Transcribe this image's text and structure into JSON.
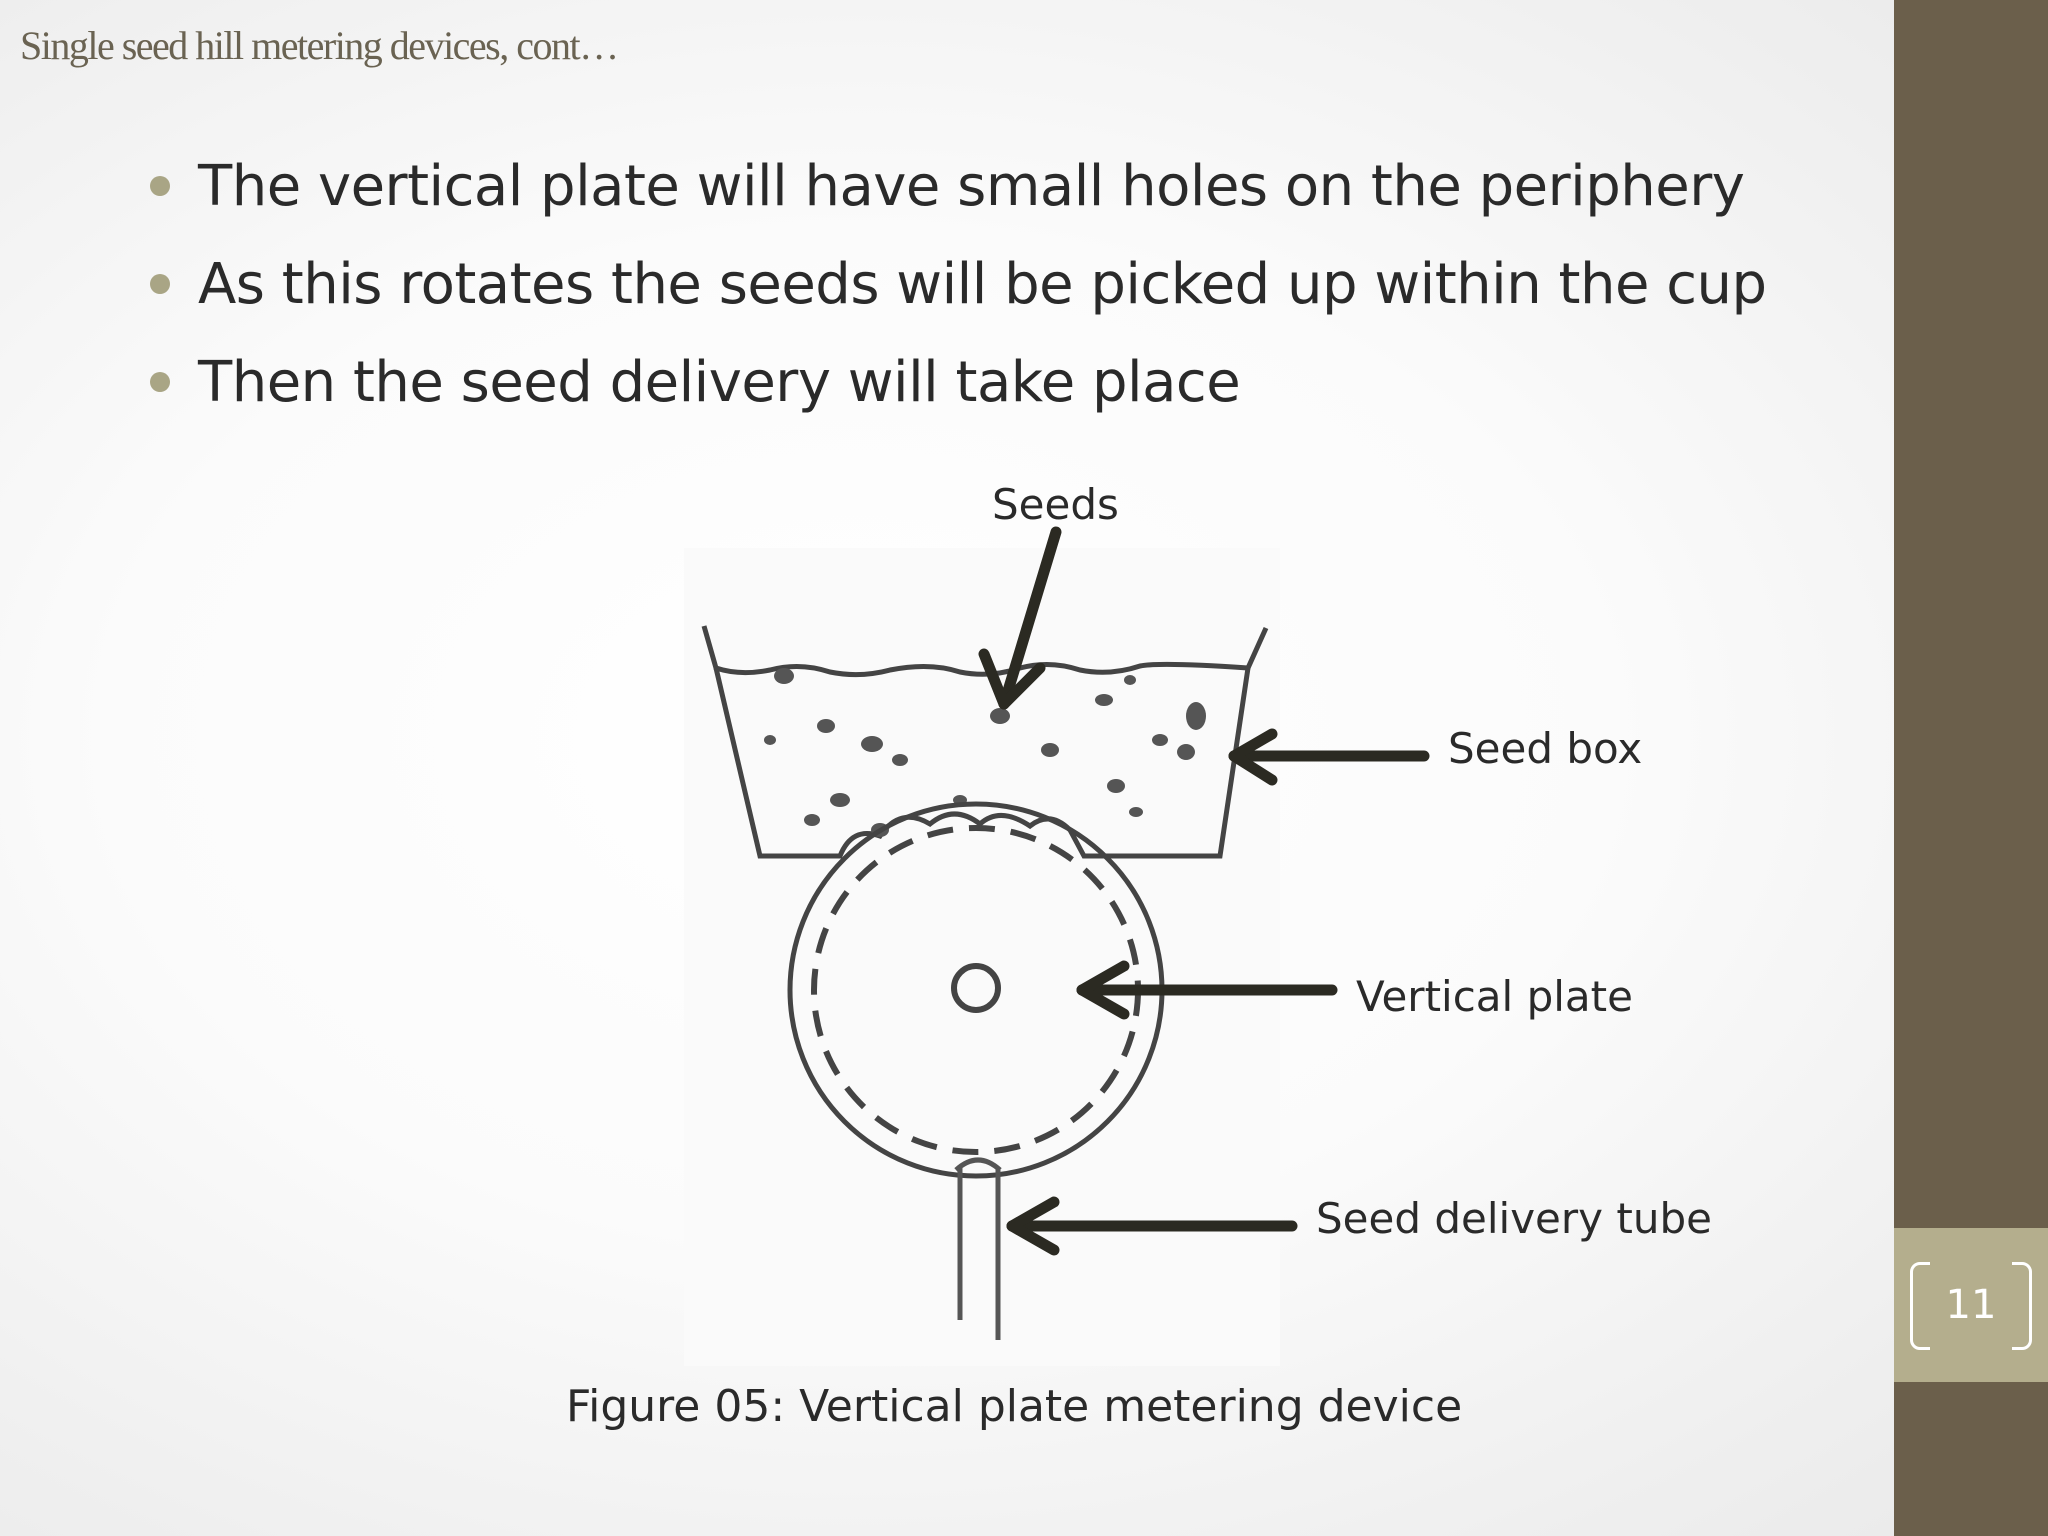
{
  "slide": {
    "title": "Single seed hill metering devices, cont…",
    "bullets": [
      "The vertical plate will have  small holes on the periphery",
      "As this rotates the seeds will be picked up within the cup",
      "Then the seed delivery will take place"
    ],
    "page_number": "11"
  },
  "figure": {
    "labels": {
      "seeds": "Seeds",
      "seed_box": "Seed box",
      "vertical_plate": "Vertical plate",
      "seed_delivery_tube": "Seed delivery tube"
    },
    "caption": "Figure 05: Vertical plate metering device"
  },
  "colors": {
    "sidebar": "#6b5f4b",
    "page_box": "#b4ae8d",
    "bullet": "#a9a585",
    "title": "#6a6352",
    "arrow": "#2b2a22"
  }
}
